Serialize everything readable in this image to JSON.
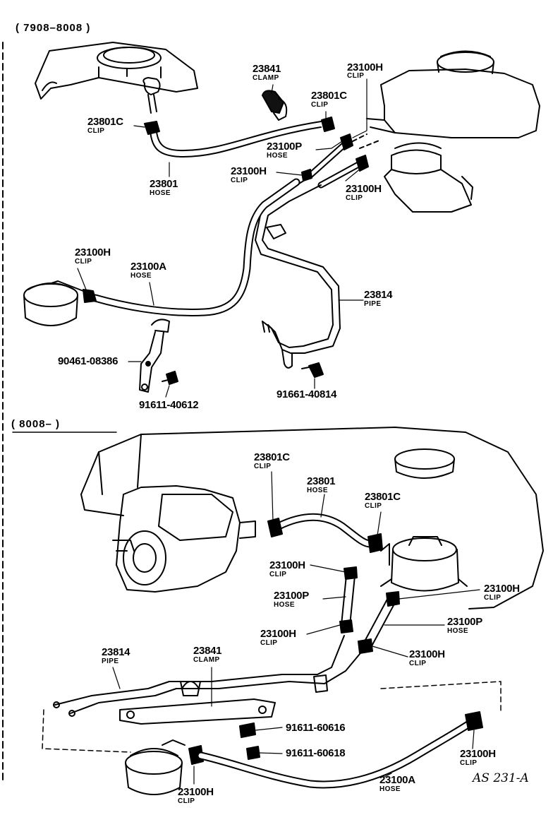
{
  "section_top": {
    "header": "( 7908–8008 )"
  },
  "section_bottom": {
    "header": "( 8008–        )"
  },
  "top_labels": [
    {
      "id": "t-23841",
      "part": "23841",
      "name": "CLAMP"
    },
    {
      "id": "t-23100h-a",
      "part": "23100H",
      "name": "CLIP"
    },
    {
      "id": "t-23801c-a",
      "part": "23801C",
      "name": "CLIP"
    },
    {
      "id": "t-23801c-b",
      "part": "23801C",
      "name": "CLIP"
    },
    {
      "id": "t-23100p",
      "part": "23100P",
      "name": "HOSE"
    },
    {
      "id": "t-23100h-b",
      "part": "23100H",
      "name": "CLIP"
    },
    {
      "id": "t-23801",
      "part": "23801",
      "name": "HOSE"
    },
    {
      "id": "t-23100h-c",
      "part": "23100H",
      "name": "CLIP"
    },
    {
      "id": "t-23100h-d",
      "part": "23100H",
      "name": "CLIP"
    },
    {
      "id": "t-23100a",
      "part": "23100A",
      "name": "HOSE"
    },
    {
      "id": "t-23814",
      "part": "23814",
      "name": "PIPE"
    },
    {
      "id": "t-90461",
      "part": "90461-08386",
      "name": ""
    },
    {
      "id": "t-91611",
      "part": "91611-40612",
      "name": ""
    },
    {
      "id": "t-91661",
      "part": "91661-40814",
      "name": ""
    }
  ],
  "bottom_labels": [
    {
      "id": "b-23801c-a",
      "part": "23801C",
      "name": "CLIP"
    },
    {
      "id": "b-23801",
      "part": "23801",
      "name": "HOSE"
    },
    {
      "id": "b-23801c-b",
      "part": "23801C",
      "name": "CLIP"
    },
    {
      "id": "b-23100h-a",
      "part": "23100H",
      "name": "CLIP"
    },
    {
      "id": "b-23100h-b",
      "part": "23100H",
      "name": "CLIP"
    },
    {
      "id": "b-23100p-a",
      "part": "23100P",
      "name": "HOSE"
    },
    {
      "id": "b-23100p-b",
      "part": "23100P",
      "name": "HOSE"
    },
    {
      "id": "b-23100h-c",
      "part": "23100H",
      "name": "CLIP"
    },
    {
      "id": "b-23100h-d",
      "part": "23100H",
      "name": "CLIP"
    },
    {
      "id": "b-23814",
      "part": "23814",
      "name": "PIPE"
    },
    {
      "id": "b-23841",
      "part": "23841",
      "name": "CLAMP"
    },
    {
      "id": "b-91611-a",
      "part": "91611-60616",
      "name": ""
    },
    {
      "id": "b-91611-b",
      "part": "91611-60618",
      "name": ""
    },
    {
      "id": "b-23100h-e",
      "part": "23100H",
      "name": "CLIP"
    },
    {
      "id": "b-23100a",
      "part": "23100A",
      "name": "HOSE"
    },
    {
      "id": "b-23100h-f",
      "part": "23100H",
      "name": "CLIP"
    }
  ],
  "drawing_ref": "AS 231-A"
}
